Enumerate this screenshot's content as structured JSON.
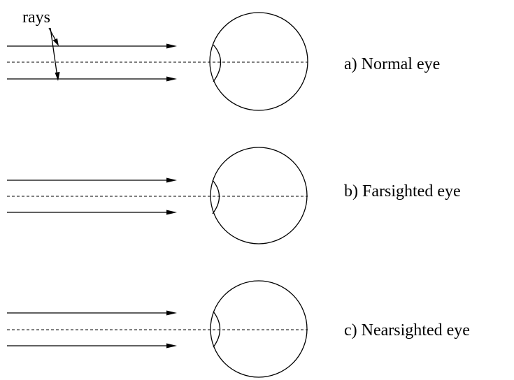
{
  "rays_label": "rays",
  "panels": [
    {
      "label": "a) Normal eye"
    },
    {
      "label": "b) Farsighted eye"
    },
    {
      "label": "c) Nearsighted eye"
    }
  ],
  "colors": {
    "line": "#000000",
    "background": "#ffffff"
  }
}
